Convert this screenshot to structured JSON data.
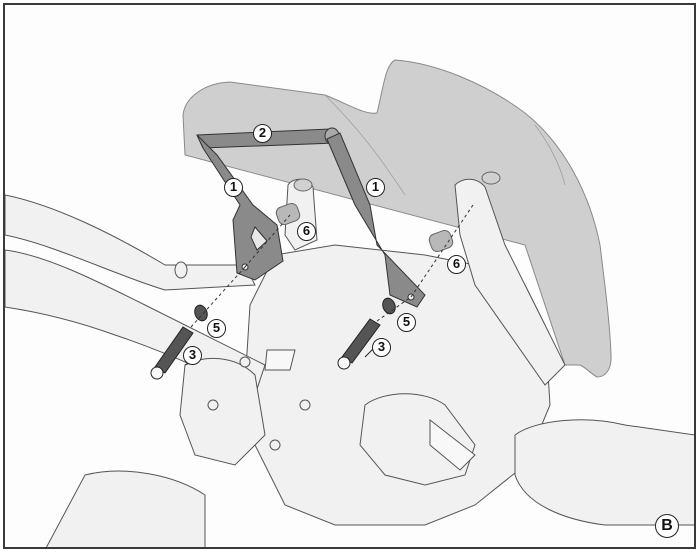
{
  "diagram": {
    "type": "exploded assembly view",
    "subject": "windscreen mounting brackets on motorcycle front fairing",
    "panel_label": "B",
    "colors": {
      "frame_border": "#3a3a3a",
      "body_fill": "#f0f0f0",
      "line": "#555555",
      "windscreen_fill": "#c9c9c9",
      "bracket_fill": "#8a8a8a",
      "spacer_fill": "#b5b5b5",
      "bolt_fill": "#6a6a6a"
    },
    "callouts": [
      {
        "id": "c1a",
        "label": "1",
        "part": "left bracket"
      },
      {
        "id": "c1b",
        "label": "1",
        "part": "right bracket"
      },
      {
        "id": "c2",
        "label": "2",
        "part": "cross bar"
      },
      {
        "id": "c3a",
        "label": "3",
        "part": "left bolt"
      },
      {
        "id": "c3b",
        "label": "3",
        "part": "right bolt"
      },
      {
        "id": "c5a",
        "label": "5",
        "part": "left washer"
      },
      {
        "id": "c5b",
        "label": "5",
        "part": "right washer"
      },
      {
        "id": "c6a",
        "label": "6",
        "part": "left spacer"
      },
      {
        "id": "c6b",
        "label": "6",
        "part": "right spacer"
      }
    ]
  }
}
